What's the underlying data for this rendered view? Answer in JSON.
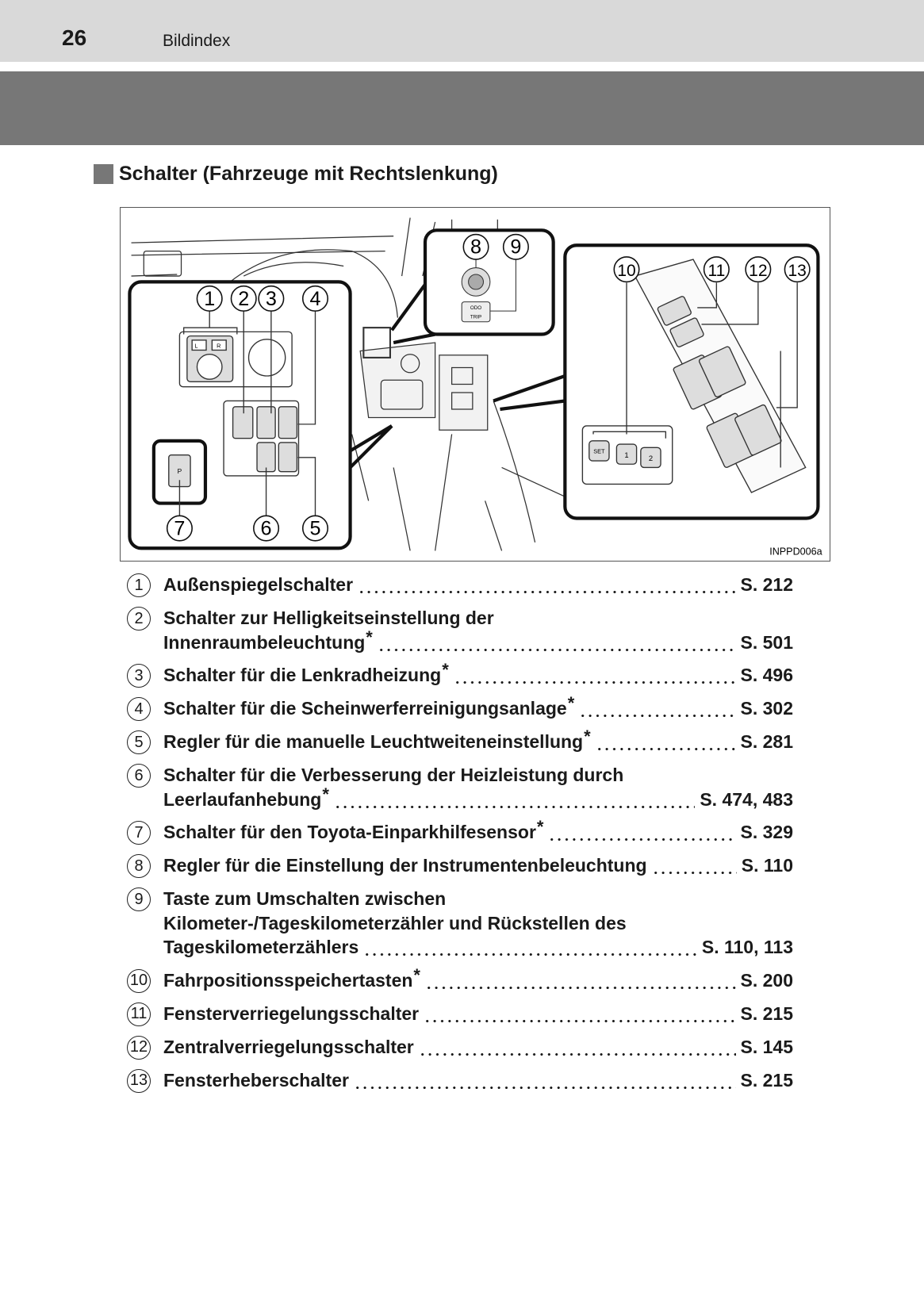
{
  "header": {
    "page_number": "26",
    "title": "Bildindex"
  },
  "section": {
    "title": "Schalter (Fahrzeuge mit Rechtslenkung)"
  },
  "figure": {
    "code": "INPPD006a",
    "callouts": [
      "1",
      "2",
      "3",
      "4",
      "5",
      "6",
      "7",
      "8",
      "9",
      "10",
      "11",
      "12",
      "13"
    ],
    "switch_labels": {
      "mirror_l": "L",
      "mirror_r": "R",
      "odo": "ODO",
      "trip": "TRIP",
      "set": "SET",
      "mem1": "1",
      "mem2": "2",
      "park": "P"
    }
  },
  "items": [
    {
      "num": "1",
      "lines": [
        "Außenspiegelschalter"
      ],
      "star": false,
      "page": "S. 212"
    },
    {
      "num": "2",
      "lines": [
        "Schalter zur Helligkeitseinstellung der",
        "Innenraumbeleuchtung"
      ],
      "star": true,
      "page": "S. 501"
    },
    {
      "num": "3",
      "lines": [
        "Schalter für die Lenkradheizung"
      ],
      "star": true,
      "page": "S. 496"
    },
    {
      "num": "4",
      "lines": [
        "Schalter für die Scheinwerferreinigungsanlage"
      ],
      "star": true,
      "page": "S. 302"
    },
    {
      "num": "5",
      "lines": [
        "Regler für die manuelle Leuchtweiteneinstellung"
      ],
      "star": true,
      "page": "S. 281"
    },
    {
      "num": "6",
      "lines": [
        "Schalter für die Verbesserung der Heizleistung durch",
        "Leerlaufanhebung"
      ],
      "star": true,
      "page": "S. 474, 483"
    },
    {
      "num": "7",
      "lines": [
        "Schalter für den Toyota-Einparkhilfesensor"
      ],
      "star": true,
      "page": "S. 329"
    },
    {
      "num": "8",
      "lines": [
        "Regler für die Einstellung der Instrumentenbeleuchtung"
      ],
      "star": false,
      "page": "S. 110"
    },
    {
      "num": "9",
      "lines": [
        "Taste zum Umschalten zwischen",
        "Kilometer-/Tageskilometerzähler und Rückstellen des",
        "Tageskilometerzählers"
      ],
      "star": false,
      "page": "S. 110, 113"
    },
    {
      "num": "10",
      "lines": [
        "Fahrpositionsspeichertasten"
      ],
      "star": true,
      "page": "S. 200"
    },
    {
      "num": "11",
      "lines": [
        "Fensterverriegelungsschalter"
      ],
      "star": false,
      "page": "S. 215"
    },
    {
      "num": "12",
      "lines": [
        "Zentralverriegelungsschalter"
      ],
      "star": false,
      "page": "S. 145"
    },
    {
      "num": "13",
      "lines": [
        "Fensterheberschalter"
      ],
      "star": false,
      "page": "S. 215"
    }
  ],
  "footnote_marker": "*"
}
